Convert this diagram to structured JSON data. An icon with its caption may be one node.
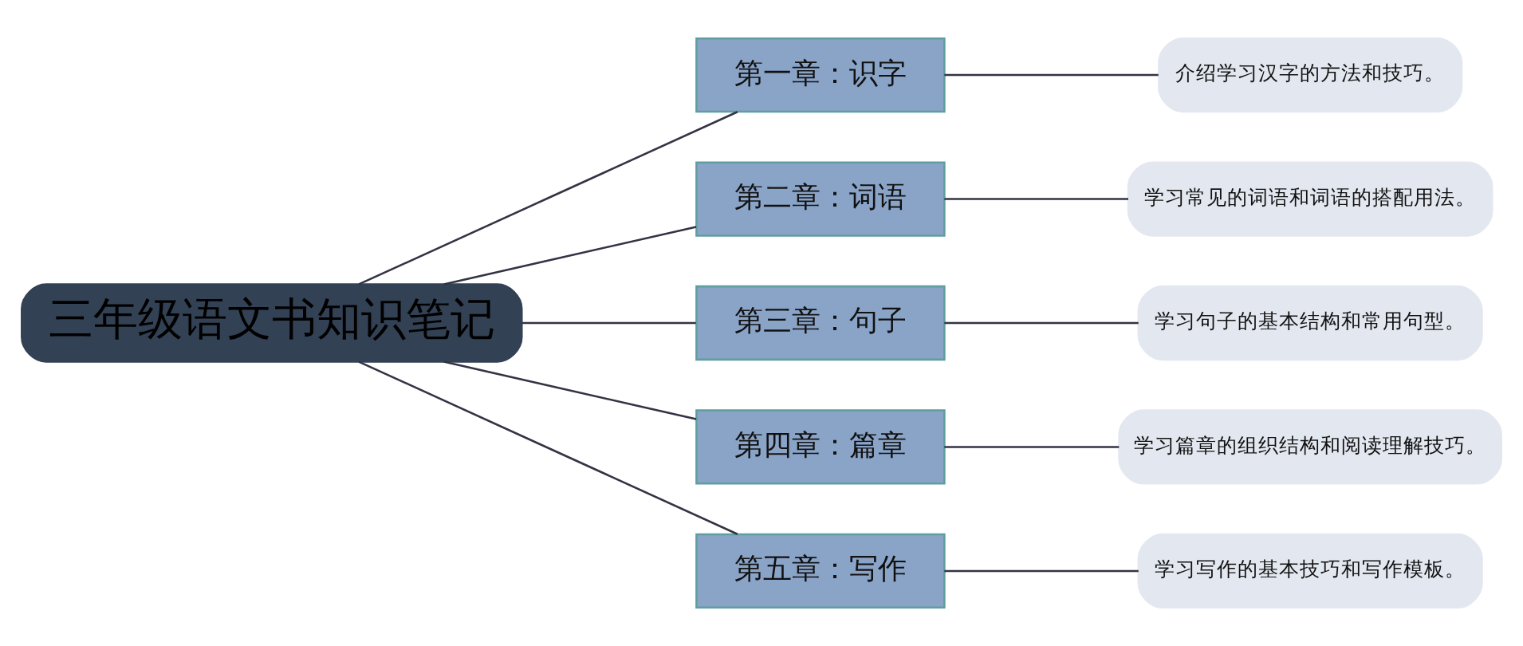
{
  "diagram": {
    "nodes": [
      {
        "text": [
          "三年级语文书知识笔记"
        ]
      },
      {
        "text": [
          "第一章：识字"
        ]
      },
      {
        "text": [
          "第二章：词语"
        ]
      },
      {
        "text": [
          "第三章：句子"
        ]
      },
      {
        "text": [
          "第四章：篇章"
        ]
      },
      {
        "text": [
          "第五章：写作"
        ]
      },
      {
        "text": [
          "介绍学习汉字的方法和技巧。"
        ]
      },
      {
        "text": [
          "学习常见的词语和词语的搭配用法。"
        ]
      },
      {
        "text": [
          "学习句子的基本结构和常用句型。"
        ]
      },
      {
        "text": [
          "学习篇章的组织结构和阅读理解技巧。"
        ]
      },
      {
        "text": [
          "学习写作的基本技巧和写作模板。"
        ]
      }
    ],
    "edges": [
      {
        "from": 0,
        "to": 1,
        "arrow": "none"
      },
      {
        "from": 0,
        "to": 2,
        "arrow": "none"
      },
      {
        "from": 0,
        "to": 3,
        "arrow": "none"
      },
      {
        "from": 0,
        "to": 4,
        "arrow": "none"
      },
      {
        "from": 0,
        "to": 5,
        "arrow": "none"
      },
      {
        "from": 1,
        "to": 6,
        "arrow": "none"
      },
      {
        "from": 2,
        "to": 7,
        "arrow": "none"
      },
      {
        "from": 3,
        "to": 8,
        "arrow": "none"
      },
      {
        "from": 4,
        "to": 9,
        "arrow": "none"
      },
      {
        "from": 5,
        "to": 10,
        "arrow": "none"
      }
    ]
  }
}
